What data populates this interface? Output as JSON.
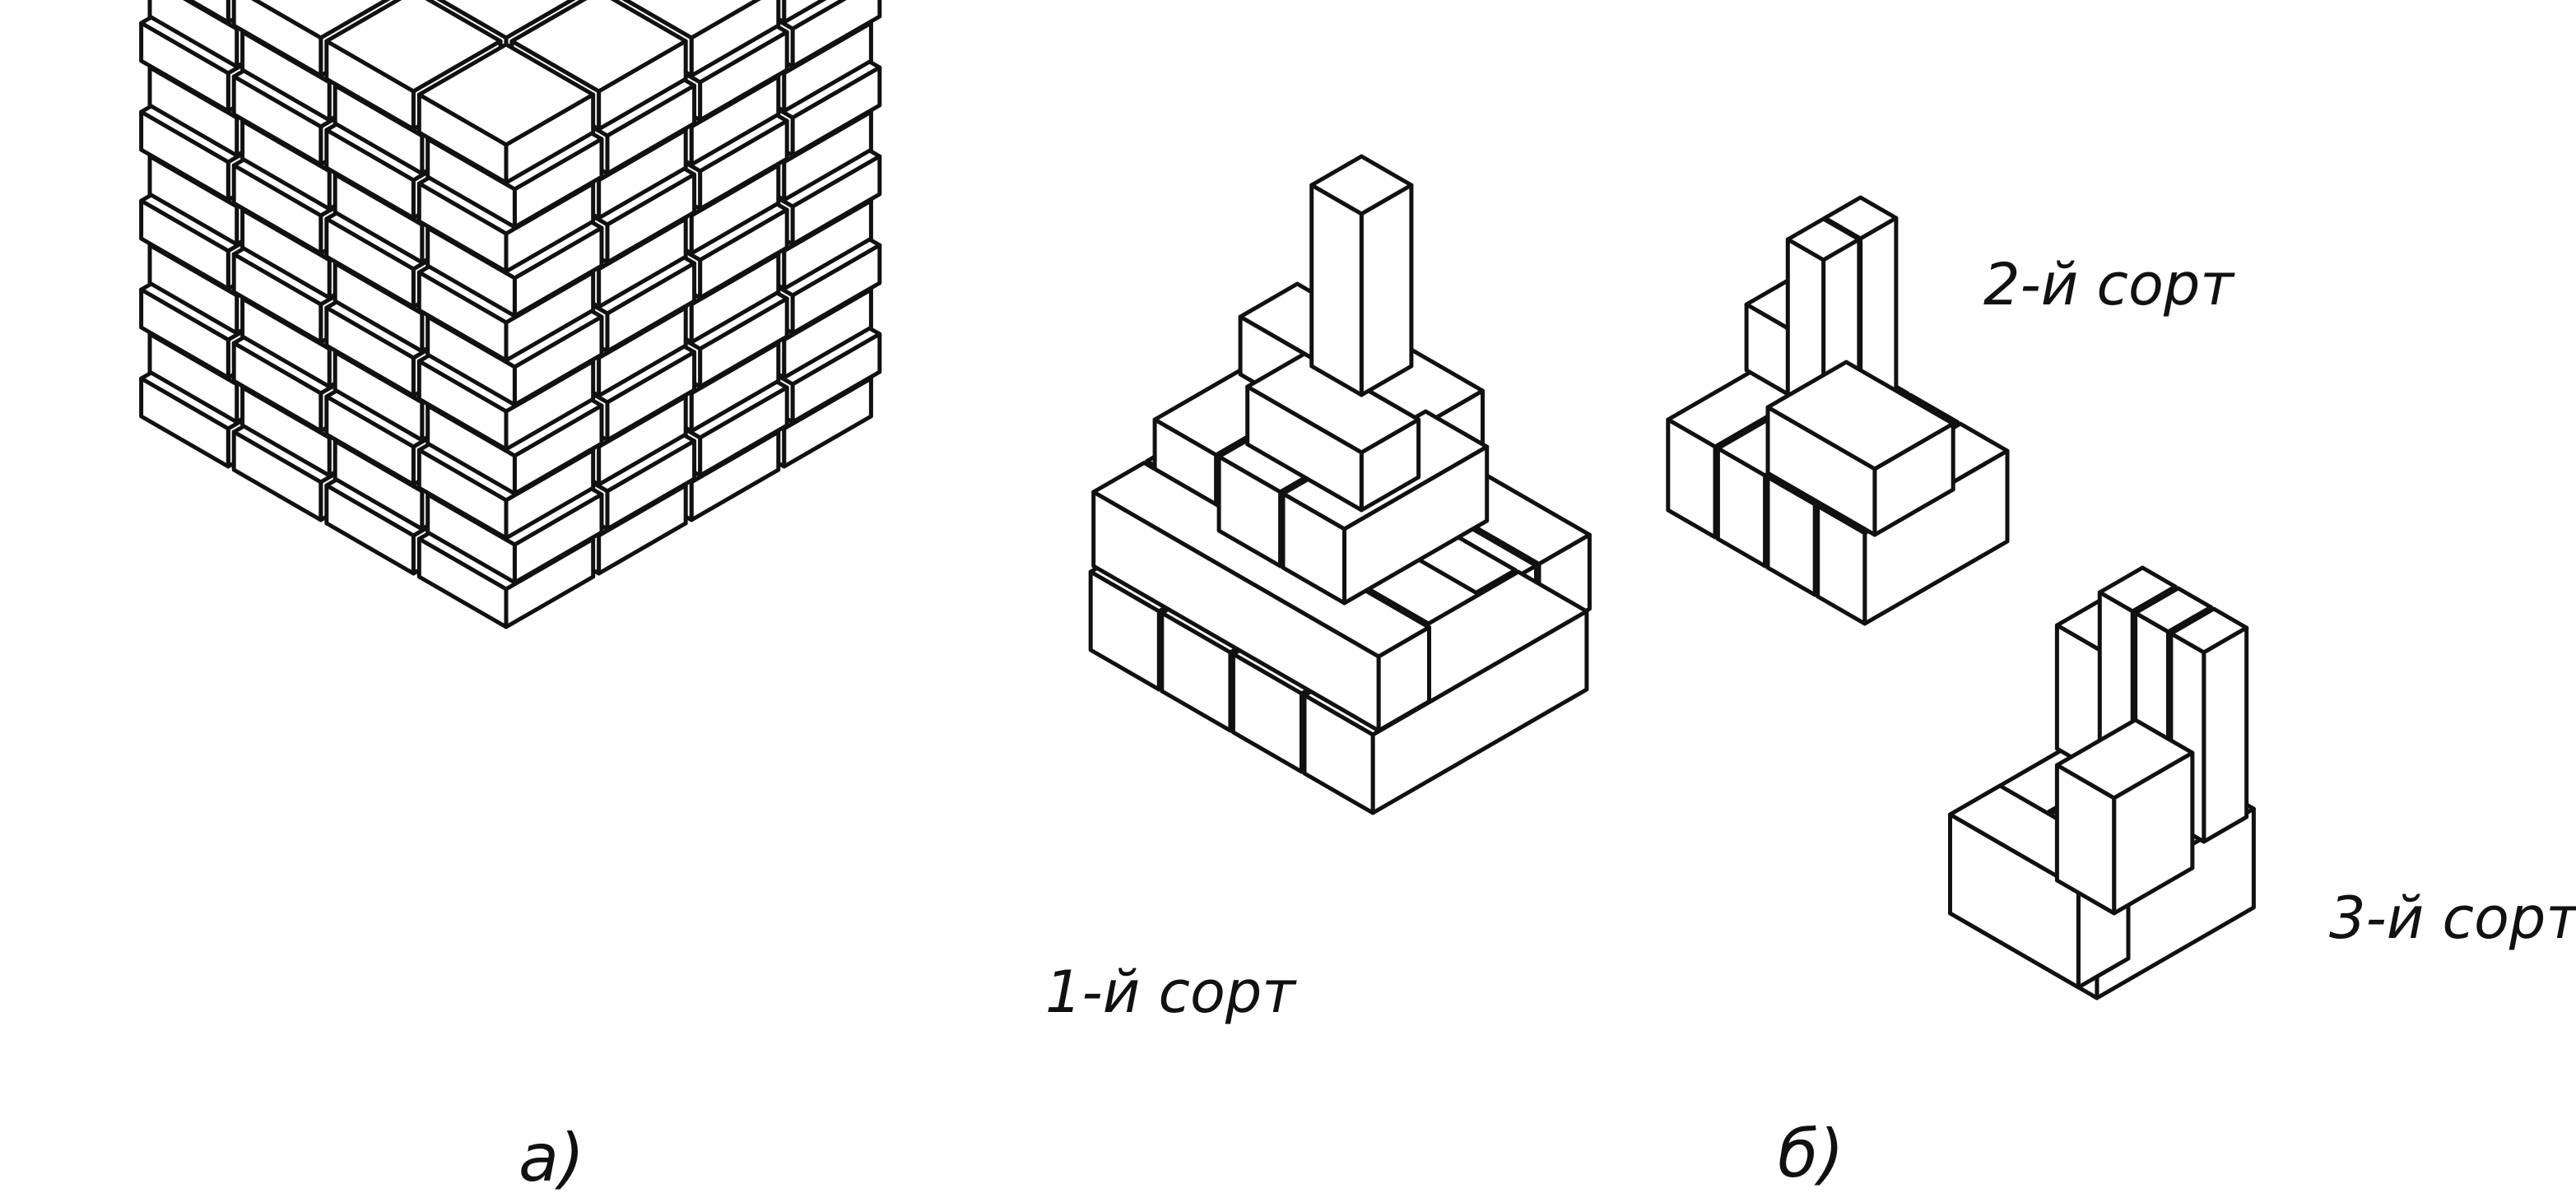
{
  "labels": {
    "panel_a": "a)",
    "panel_b": "б)",
    "grade_1": "1-й сорт",
    "grade_2": "2-й сорт",
    "grade_3": "3-й сорт"
  },
  "colors": {
    "ink": "#111111",
    "face": "#ffffff"
  }
}
